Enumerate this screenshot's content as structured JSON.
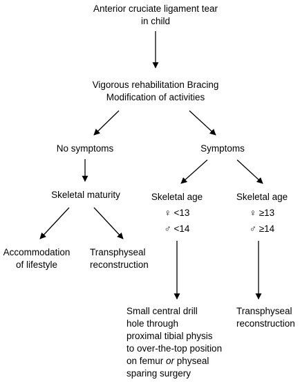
{
  "nodes": {
    "root": [
      "Anterior cruciate ligament tear",
      "in child"
    ],
    "rehab": [
      "Vigorous rehabilitation Bracing",
      "Modification of activities"
    ],
    "no_symptoms": "No symptoms",
    "symptoms": "Symptoms",
    "skeletal_maturity": "Skeletal maturity",
    "skeletal_age_left": {
      "title": "Skeletal age",
      "female": "♀ <13",
      "male": "♂ <14"
    },
    "skeletal_age_right": {
      "title": "Skeletal age",
      "female": "♀ ≥13",
      "male": "♂ ≥14"
    },
    "accommodation": [
      "Accommodation",
      "of lifestyle"
    ],
    "transphyseal_left": [
      "Transphyseal",
      "reconstruction"
    ],
    "drill": {
      "lines": [
        "Small central drill",
        "hole through",
        "proximal tibial physis",
        "to over-the-top position"
      ],
      "last_prefix": "on femur ",
      "last_italic": "or",
      "last_suffix": " physeal",
      "final": "sparing surgery"
    },
    "transphyseal_right": [
      "Transphyseal",
      "reconstruction"
    ]
  },
  "colors": {
    "ink": "#000000",
    "background": "#ffffff"
  }
}
